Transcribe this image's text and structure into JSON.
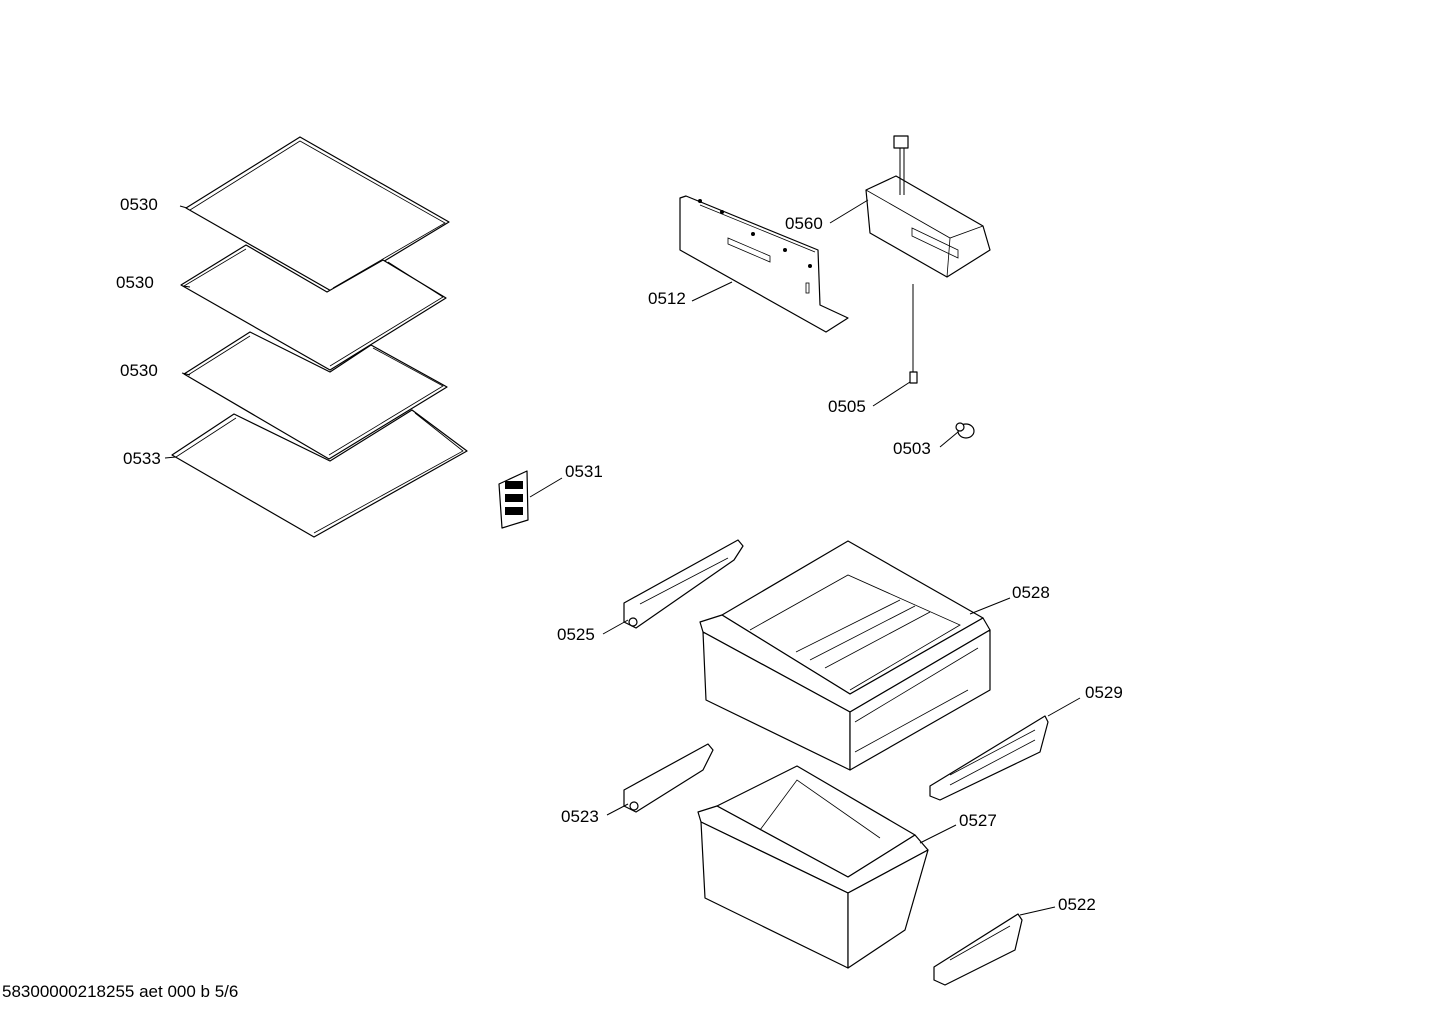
{
  "callouts": [
    {
      "id": "0530",
      "text": "0530"
    },
    {
      "id": "0530b",
      "text": "0530"
    },
    {
      "id": "0530c",
      "text": "0530"
    },
    {
      "id": "0533",
      "text": "0533"
    },
    {
      "id": "0531",
      "text": "0531"
    },
    {
      "id": "0512",
      "text": "0512"
    },
    {
      "id": "0560",
      "text": "0560"
    },
    {
      "id": "0505",
      "text": "0505"
    },
    {
      "id": "0503",
      "text": "0503"
    },
    {
      "id": "0528",
      "text": "0528"
    },
    {
      "id": "0525",
      "text": "0525"
    },
    {
      "id": "0529",
      "text": "0529"
    },
    {
      "id": "0523",
      "text": "0523"
    },
    {
      "id": "0527",
      "text": "0527"
    },
    {
      "id": "0522",
      "text": "0522"
    }
  ],
  "footer": "58300000218255 aet 000 b 5/6"
}
